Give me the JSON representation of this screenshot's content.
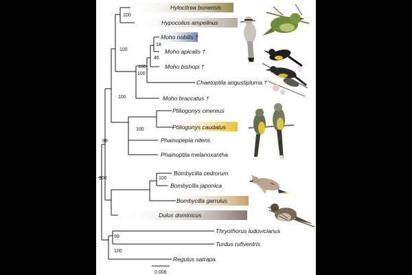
{
  "taxa": [
    {
      "name": "Hylocitrea bonensis"
    },
    {
      "name": "Hypocolius ampelinus"
    },
    {
      "name": "Moho nobilis †"
    },
    {
      "name": "Moho apicalis †"
    },
    {
      "name": "Moho bishopi †"
    },
    {
      "name": "Chaetoptila angustipluma †"
    },
    {
      "name": "Moho braccatus †"
    },
    {
      "name": "Ptiliogonys cinereus"
    },
    {
      "name": "Ptiliogonys caudatus"
    },
    {
      "name": "Phainopepla nitens"
    },
    {
      "name": "Phainoptila melanoxantha"
    },
    {
      "name": "Bombycilla cedrorum"
    },
    {
      "name": "Bombycilla japonica"
    },
    {
      "name": "Bombycilla garrulus"
    },
    {
      "name": "Dulus dominicus"
    },
    {
      "name": "Thryothorus ludovicianus"
    },
    {
      "name": "Turdus rufiventris"
    },
    {
      "name": "Regulus satrapa"
    }
  ],
  "supports": [
    {
      "value": "100"
    },
    {
      "value": "18"
    },
    {
      "value": "46"
    },
    {
      "value": "100"
    },
    {
      "value": "100"
    },
    {
      "value": "100"
    },
    {
      "value": "100"
    },
    {
      "value": "100"
    },
    {
      "value": "99"
    },
    {
      "value": "100"
    },
    {
      "value": "100"
    },
    {
      "value": "99"
    },
    {
      "value": "100"
    }
  ],
  "scale": {
    "label": "0.006"
  },
  "colors": {
    "hylocitrea": "#9a8a4e",
    "hypocolius": "#b5a99b",
    "moho_nobilis": "#6f86b6",
    "ptiliogonys_caudatus": "#e8c02e",
    "bombycilla_garrulus": "#c9a06a",
    "dulus": "#8a786e"
  },
  "illustrations": [
    {
      "icon": "hylocitrea-bird-illustration"
    },
    {
      "icon": "hypocolius-bird-illustration"
    },
    {
      "icon": "moho-birds-illustration"
    },
    {
      "icon": "ptiliogonys-birds-illustration"
    },
    {
      "icon": "waxwing-bird-illustration"
    },
    {
      "icon": "palmchat-bird-illustration"
    }
  ]
}
